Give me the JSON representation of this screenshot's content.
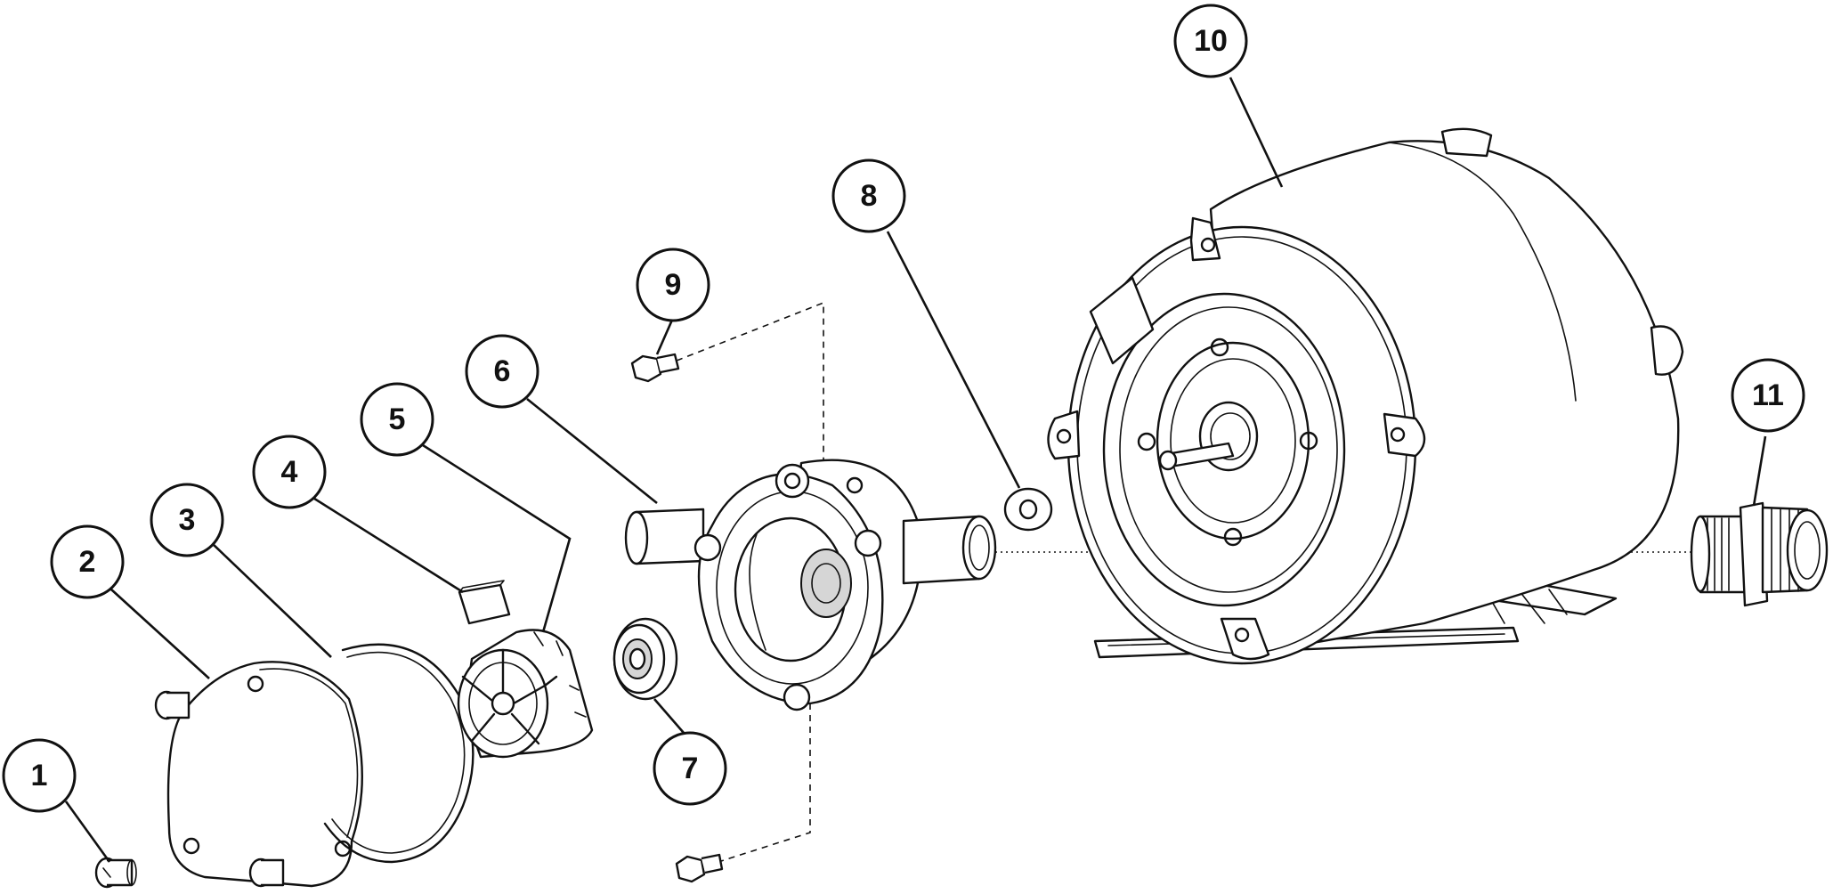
{
  "diagram": {
    "callouts": [
      {
        "id": "part-1",
        "label": "1"
      },
      {
        "id": "part-2",
        "label": "2"
      },
      {
        "id": "part-3",
        "label": "3"
      },
      {
        "id": "part-4",
        "label": "4"
      },
      {
        "id": "part-5",
        "label": "5"
      },
      {
        "id": "part-6",
        "label": "6"
      },
      {
        "id": "part-7",
        "label": "7"
      },
      {
        "id": "part-8",
        "label": "8"
      },
      {
        "id": "part-9",
        "label": "9"
      },
      {
        "id": "part-10",
        "label": "10"
      },
      {
        "id": "part-11",
        "label": "11"
      }
    ]
  }
}
